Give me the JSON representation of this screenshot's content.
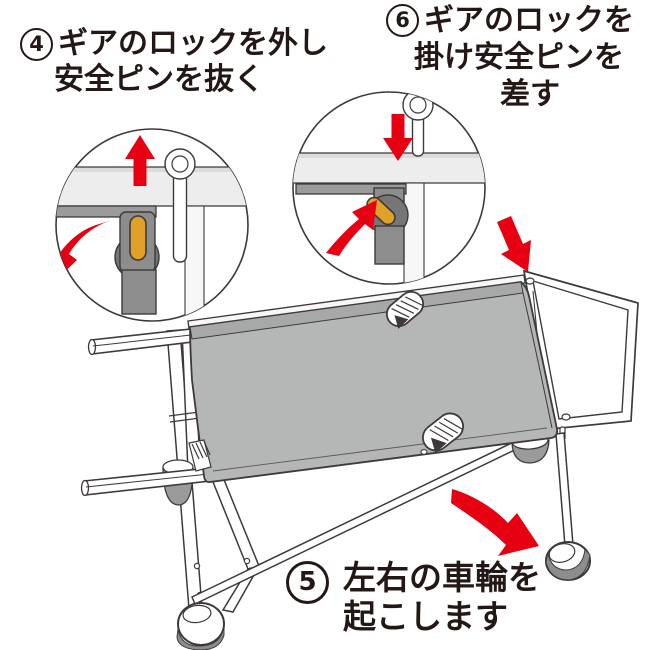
{
  "steps": {
    "step4": {
      "number": "4",
      "lines": [
        "ギアのロックを外し",
        "安全ピンを抜く"
      ]
    },
    "step5": {
      "number": "5",
      "lines": [
        "左右の車輪を",
        "起こします"
      ]
    },
    "step6": {
      "number": "6",
      "lines": [
        "ギアのロックを",
        "掛け安全ピンを",
        "差す"
      ]
    }
  },
  "colors": {
    "accent_red": "#e60012",
    "pin_orange": "#dfa128",
    "fabric_gray": "#b5b6b6",
    "mechanism_gray": "#8d8d8d",
    "outline": "#3e3a39",
    "text": "#231815"
  },
  "icons": {
    "left_callout": [
      "safety-pin-icon",
      "gear-lock-lever",
      "arrow-up-icon",
      "curved-unlock-arrow-icon"
    ],
    "right_callout": [
      "safety-pin-icon",
      "gear-lock-lever",
      "arrow-down-icon",
      "curved-lock-arrow-icon"
    ],
    "cart": [
      "big-arrow-down-icon",
      "curved-wheel-arrow-icon",
      "caster-wheel",
      "folded-frame",
      "fabric-bed"
    ]
  }
}
